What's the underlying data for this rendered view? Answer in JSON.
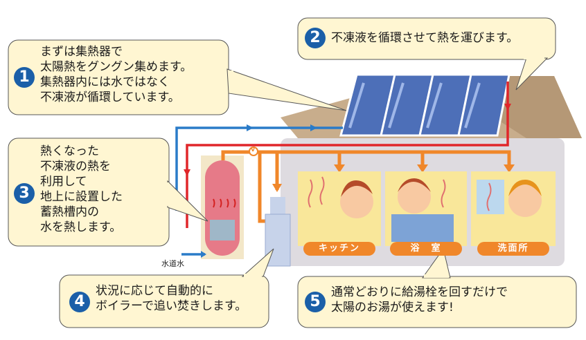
{
  "steps": [
    {
      "num": "1",
      "lines": [
        "まずは集熱器で",
        "太陽熱をグングン集めます。",
        "集熱器内には水ではなく",
        "不凍液が循環しています。"
      ]
    },
    {
      "num": "2",
      "lines": [
        "不凍液を循環させて熱を運びます。"
      ]
    },
    {
      "num": "3",
      "lines": [
        "熱くなった",
        "不凍液の熱を",
        "利用して",
        "地上に設置した",
        "蓄熱槽内の",
        "水を熱します。"
      ]
    },
    {
      "num": "4",
      "lines": [
        "状況に応じて自動的に",
        "ボイラーで追い焚きします。"
      ]
    },
    {
      "num": "5",
      "lines": [
        "通常どおりに給湯栓を回すだけで",
        "太陽のお湯が使えます!"
      ]
    }
  ],
  "rooms": {
    "kitchen": "キッチン",
    "bath": "浴　室",
    "washroom": "洗面所"
  },
  "labels": {
    "water_supply": "水道水",
    "valve": "V"
  },
  "colors": {
    "bubble": "#fff6d2",
    "bubble_border": "#555555",
    "number": "#1b5fa8",
    "pipe_hot": "#e0262a",
    "pipe_cold": "#2a7bc8",
    "pipe_orange": "#f0872a",
    "roof": "#c8ad8c",
    "panel": "#4d6fb8"
  }
}
